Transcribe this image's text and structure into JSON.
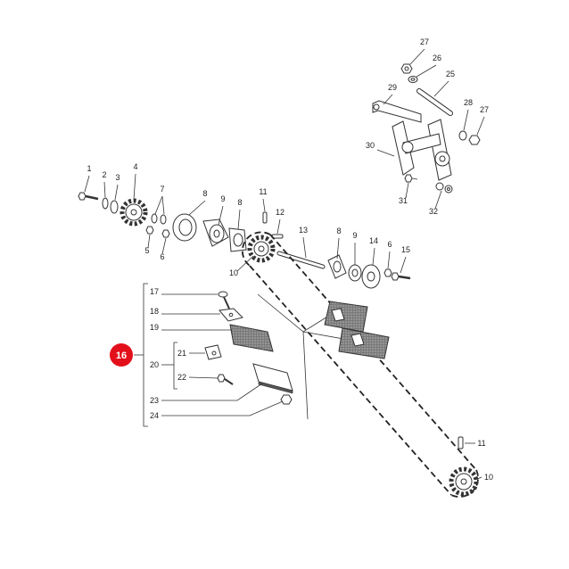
{
  "diagram": {
    "callouts": [
      "27",
      "26",
      "25",
      "29",
      "28",
      "27",
      "30",
      "31",
      "32",
      "1",
      "2",
      "3",
      "4",
      "7",
      "5",
      "6",
      "8",
      "9",
      "8",
      "11",
      "12",
      "10",
      "13",
      "8",
      "9",
      "14",
      "6",
      "15",
      "17",
      "18",
      "19",
      "20",
      "21",
      "22",
      "23",
      "24",
      "11",
      "10"
    ],
    "assembly_badge": "16"
  },
  "colors": {
    "badge": "#e3101c",
    "badge_text": "#ffffff",
    "line": "#333333",
    "pad": "#6a6a6a"
  }
}
